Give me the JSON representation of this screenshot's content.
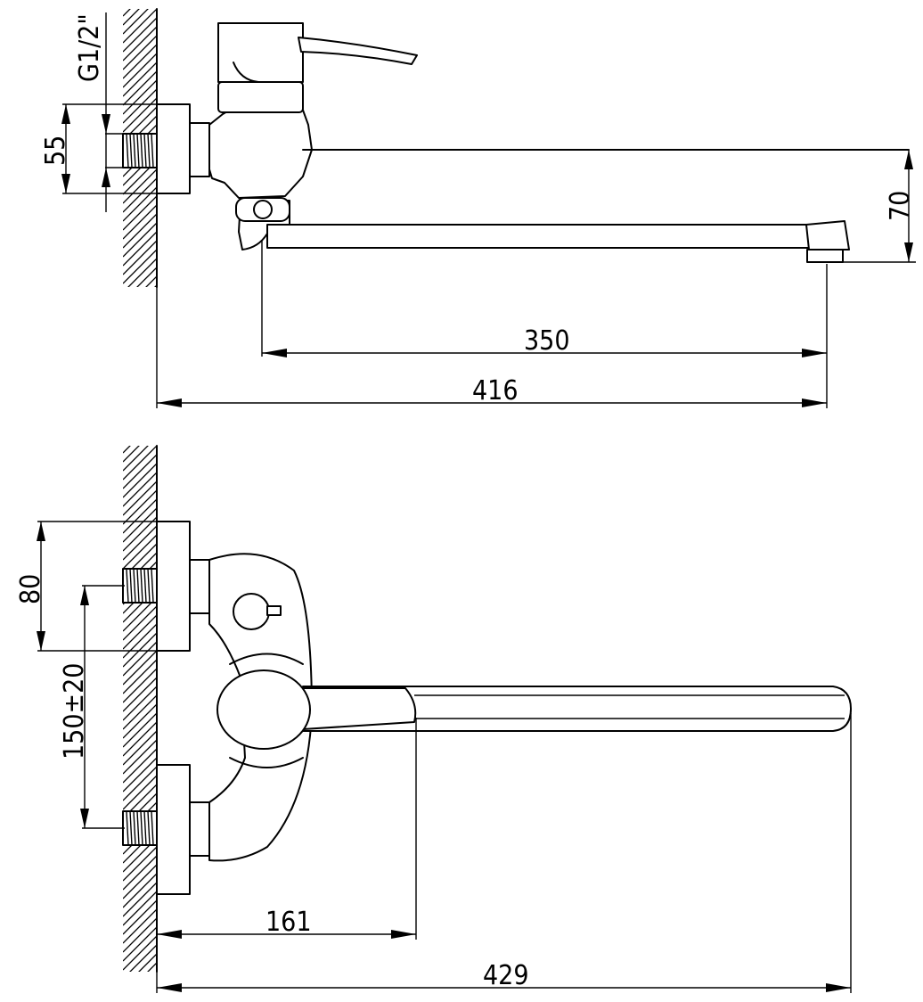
{
  "top_view": {
    "thread_label": "G1/2\"",
    "dims": {
      "fitting_height": "55",
      "spout_drop": "70",
      "spout_reach": "350",
      "total_depth": "416"
    }
  },
  "front_view": {
    "dims": {
      "eccentric_offset": "80",
      "connection_spacing": "150±20",
      "lever_reach": "161",
      "total_length": "429"
    }
  }
}
